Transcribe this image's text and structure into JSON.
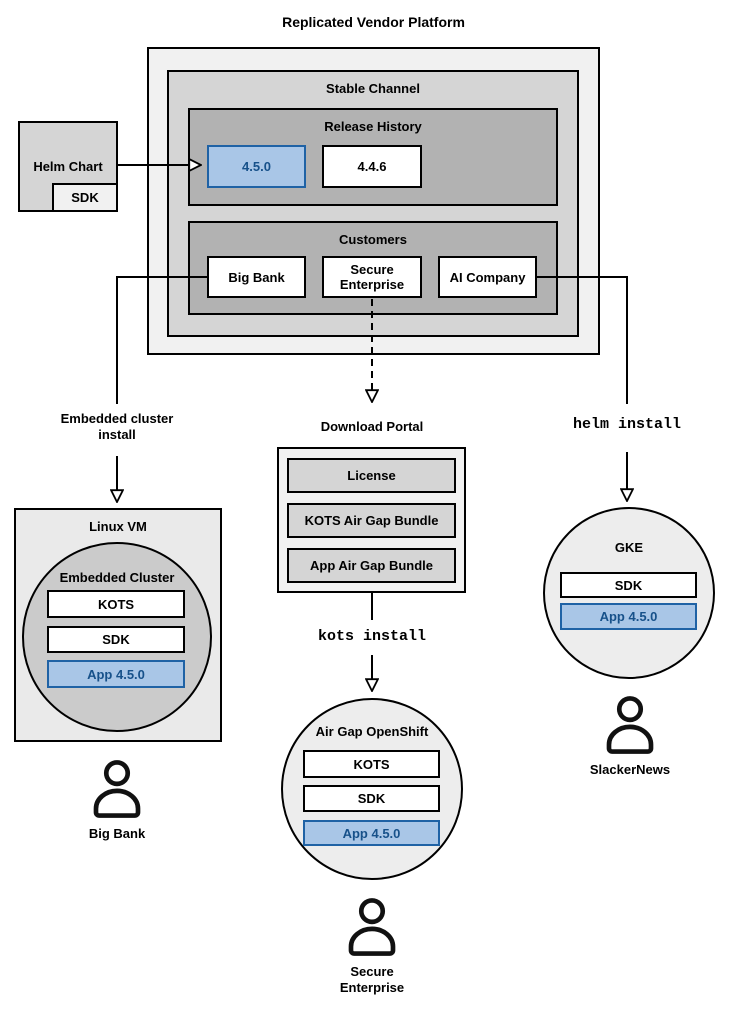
{
  "title": "Replicated Vendor Platform",
  "platform": {
    "channel_label": "Stable Channel",
    "release_history": {
      "label": "Release History",
      "current_release": "4.5.0",
      "previous_release": "4.4.6"
    },
    "customers": {
      "label": "Customers",
      "big_bank": "Big Bank",
      "secure_enterprise": "Secure\nEnterprise",
      "ai_company": "AI Company"
    }
  },
  "helm_chart": {
    "label": "Helm Chart",
    "sdk": "SDK"
  },
  "left_flow": {
    "arrow_label": "Embedded cluster\ninstall",
    "vm_label": "Linux VM",
    "cluster_label": "Embedded Cluster",
    "components": [
      "KOTS",
      "SDK",
      "App 4.5.0"
    ],
    "persona": "Big Bank"
  },
  "middle_flow": {
    "portal_label": "Download Portal",
    "portal_items": [
      "License",
      "KOTS Air Gap Bundle",
      "App Air Gap Bundle"
    ],
    "command": "kots install",
    "cluster_label": "Air Gap OpenShift",
    "components": [
      "KOTS",
      "SDK",
      "App 4.5.0"
    ],
    "persona": "Secure\nEnterprise"
  },
  "right_flow": {
    "command": "helm install",
    "cluster_label": "GKE",
    "components": [
      "SDK",
      "App 4.5.0"
    ],
    "persona": "SlackerNews"
  },
  "colors": {
    "highlight_fill": "#a9c6e7",
    "highlight_border": "#1f62a5",
    "highlight_text": "#17518a"
  }
}
